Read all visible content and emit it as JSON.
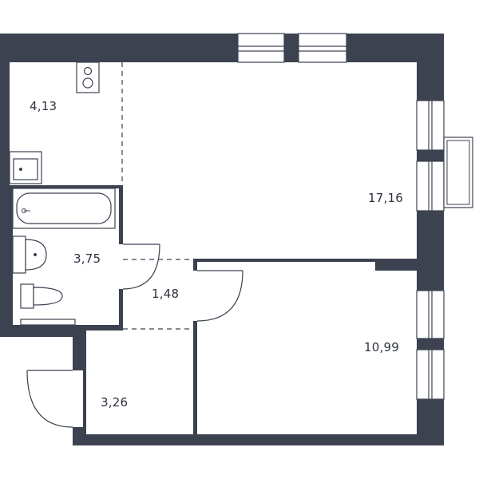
{
  "rooms": [
    {
      "id": "kitchen",
      "area": "4,13"
    },
    {
      "id": "living",
      "area": "17,16"
    },
    {
      "id": "bathroom",
      "area": "3,75"
    },
    {
      "id": "corridor",
      "area": "1,48"
    },
    {
      "id": "bedroom",
      "area": "10,99"
    },
    {
      "id": "hall",
      "area": "3,26"
    }
  ],
  "colors": {
    "wall": "#3d4250",
    "background": "#ffffff",
    "text": "#2e3240"
  }
}
